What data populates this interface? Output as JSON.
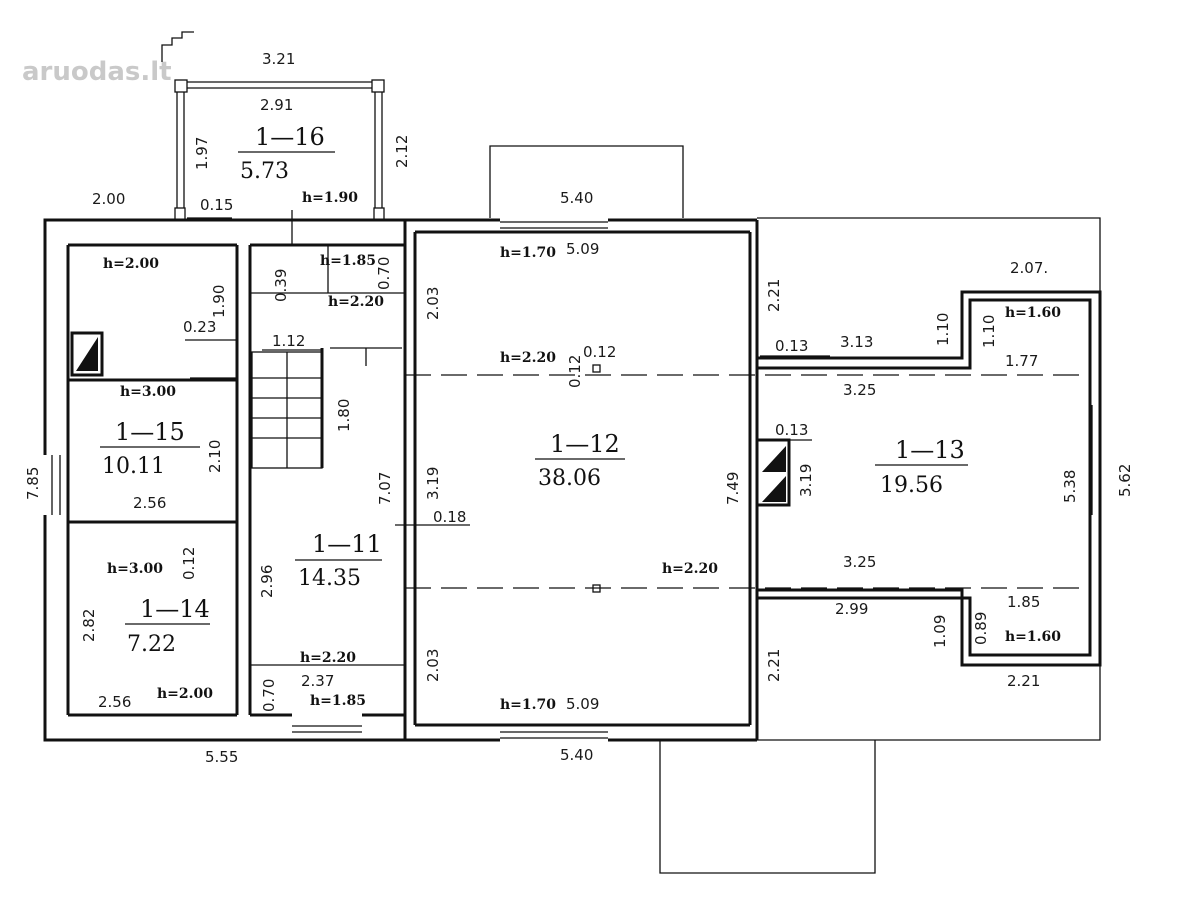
{
  "watermark": "aruodas.lt",
  "rooms": [
    {
      "id": "1—16",
      "area": "5.73"
    },
    {
      "id": "1—15",
      "area": "10.11"
    },
    {
      "id": "1—14",
      "area": "7.22"
    },
    {
      "id": "1—11",
      "area": "14.35"
    },
    {
      "id": "1—12",
      "area": "38.06"
    },
    {
      "id": "1—13",
      "area": "19.56"
    }
  ],
  "dimensions": {
    "d_3_21": "3.21",
    "d_2_91": "2.91",
    "d_1_97": "1.97",
    "d_2_12": "2.12",
    "d_2_00": "2.00",
    "d_0_15": "0.15",
    "d_1_90_top": "1.90",
    "d_0_39": "0.39",
    "d_0_70_top": "0.70",
    "d_0_23": "0.23",
    "d_1_12": "1.12",
    "d_1_80": "1.80",
    "d_7_85": "7.85",
    "d_2_10": "2.10",
    "d_2_56_mid": "2.56",
    "d_0_12_left": "0.12",
    "d_2_82": "2.82",
    "d_2_56_bot": "2.56",
    "d_5_55": "5.55",
    "d_7_07": "7.07",
    "d_2_96": "2.96",
    "d_0_18": "0.18",
    "d_2_37": "2.37",
    "d_0_70_bot": "0.70",
    "d_5_40_top": "5.40",
    "d_5_09_top": "5.09",
    "d_2_03_top": "2.03",
    "d_0_12_a": "0.12",
    "d_0_12_b": "0.12",
    "d_3_19_mid": "3.19",
    "d_7_49": "7.49",
    "d_2_03_bot": "2.03",
    "d_5_09_bot": "5.09",
    "d_5_40_bot": "5.40",
    "d_2_21_top": "2.21",
    "d_0_13_a": "0.13",
    "d_3_13": "3.13",
    "d_1_10_a": "1.10",
    "d_1_10_b": "1.10",
    "d_2_07": "2.07.",
    "d_1_77": "1.77",
    "d_3_25_top": "3.25",
    "d_0_13_b": "0.13",
    "d_3_19_right": "3.19",
    "d_5_38": "5.38",
    "d_5_62": "5.62",
    "d_3_25_bot": "3.25",
    "d_2_99": "2.99",
    "d_1_09": "1.09",
    "d_0_89": "0.89",
    "d_1_85_right": "1.85",
    "d_2_21_bot": "2.21",
    "d_2_21_right": "2.21"
  },
  "heights": {
    "h_1_90": "h=1.90",
    "h_2_00_a": "h=2.00",
    "h_1_85_top": "h=1.85",
    "h_2_20_a": "h=2.20",
    "h_3_00_a": "h=3.00",
    "h_3_00_b": "h=3.00",
    "h_2_00_b": "h=2.00",
    "h_2_20_b": "h=2.20",
    "h_1_85_bot": "h=1.85",
    "h_1_70_top": "h=1.70",
    "h_2_20_c": "h=2.20",
    "h_2_20_d": "h=2.20",
    "h_1_70_bot": "h=1.70",
    "h_1_60_a": "h=1.60",
    "h_1_60_b": "h=1.60"
  }
}
